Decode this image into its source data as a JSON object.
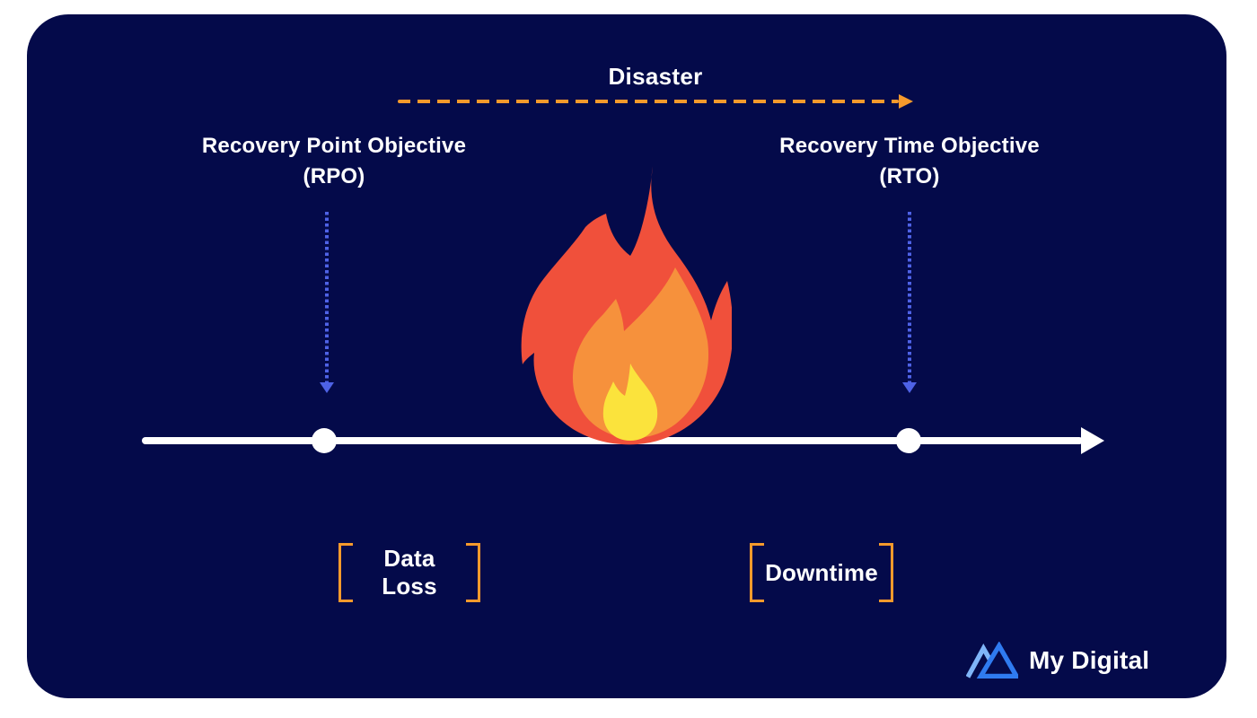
{
  "diagram": {
    "disaster_label": "Disaster",
    "rpo": {
      "line1": "Recovery Point Objective",
      "line2": "(RPO)"
    },
    "rto": {
      "line1": "Recovery Time Objective",
      "line2": "(RTO)"
    },
    "data_loss_label": "Data Loss",
    "downtime_label": "Downtime",
    "timeline": {
      "direction": "left-to-right",
      "points": [
        {
          "id": "rpo-point",
          "label": "Recovery Point Objective (RPO)",
          "annotation": "Data Loss"
        },
        {
          "id": "rto-point",
          "label": "Recovery Time Objective (RTO)",
          "annotation": "Downtime"
        }
      ],
      "event": "Disaster (fire) between RPO and RTO points"
    }
  },
  "branding": {
    "name": "My Digital"
  },
  "icons": {
    "disaster_arrow": "dashed-arrow-right-icon",
    "rpo_pointer": "dotted-arrow-down-icon",
    "rto_pointer": "dotted-arrow-down-icon",
    "event": "fire-icon",
    "timeline_end": "arrow-right-icon",
    "annotation_brackets": "square-bracket-icon",
    "logo": "mountain-logo-icon"
  },
  "colors": {
    "page_bg": "#FFFFFF",
    "panel_bg": "#040A4A",
    "accent_orange": "#F69A2C",
    "pointer_blue": "#4E62E6",
    "timeline_white": "#FFFFFF",
    "flame_red": "#F0503B",
    "flame_orange": "#F6913C",
    "flame_yellow": "#FBE33C",
    "logo_blue": "#2F7BF0",
    "logo_blue_light": "#7FB5F8",
    "text_white": "#FFFFFF"
  }
}
